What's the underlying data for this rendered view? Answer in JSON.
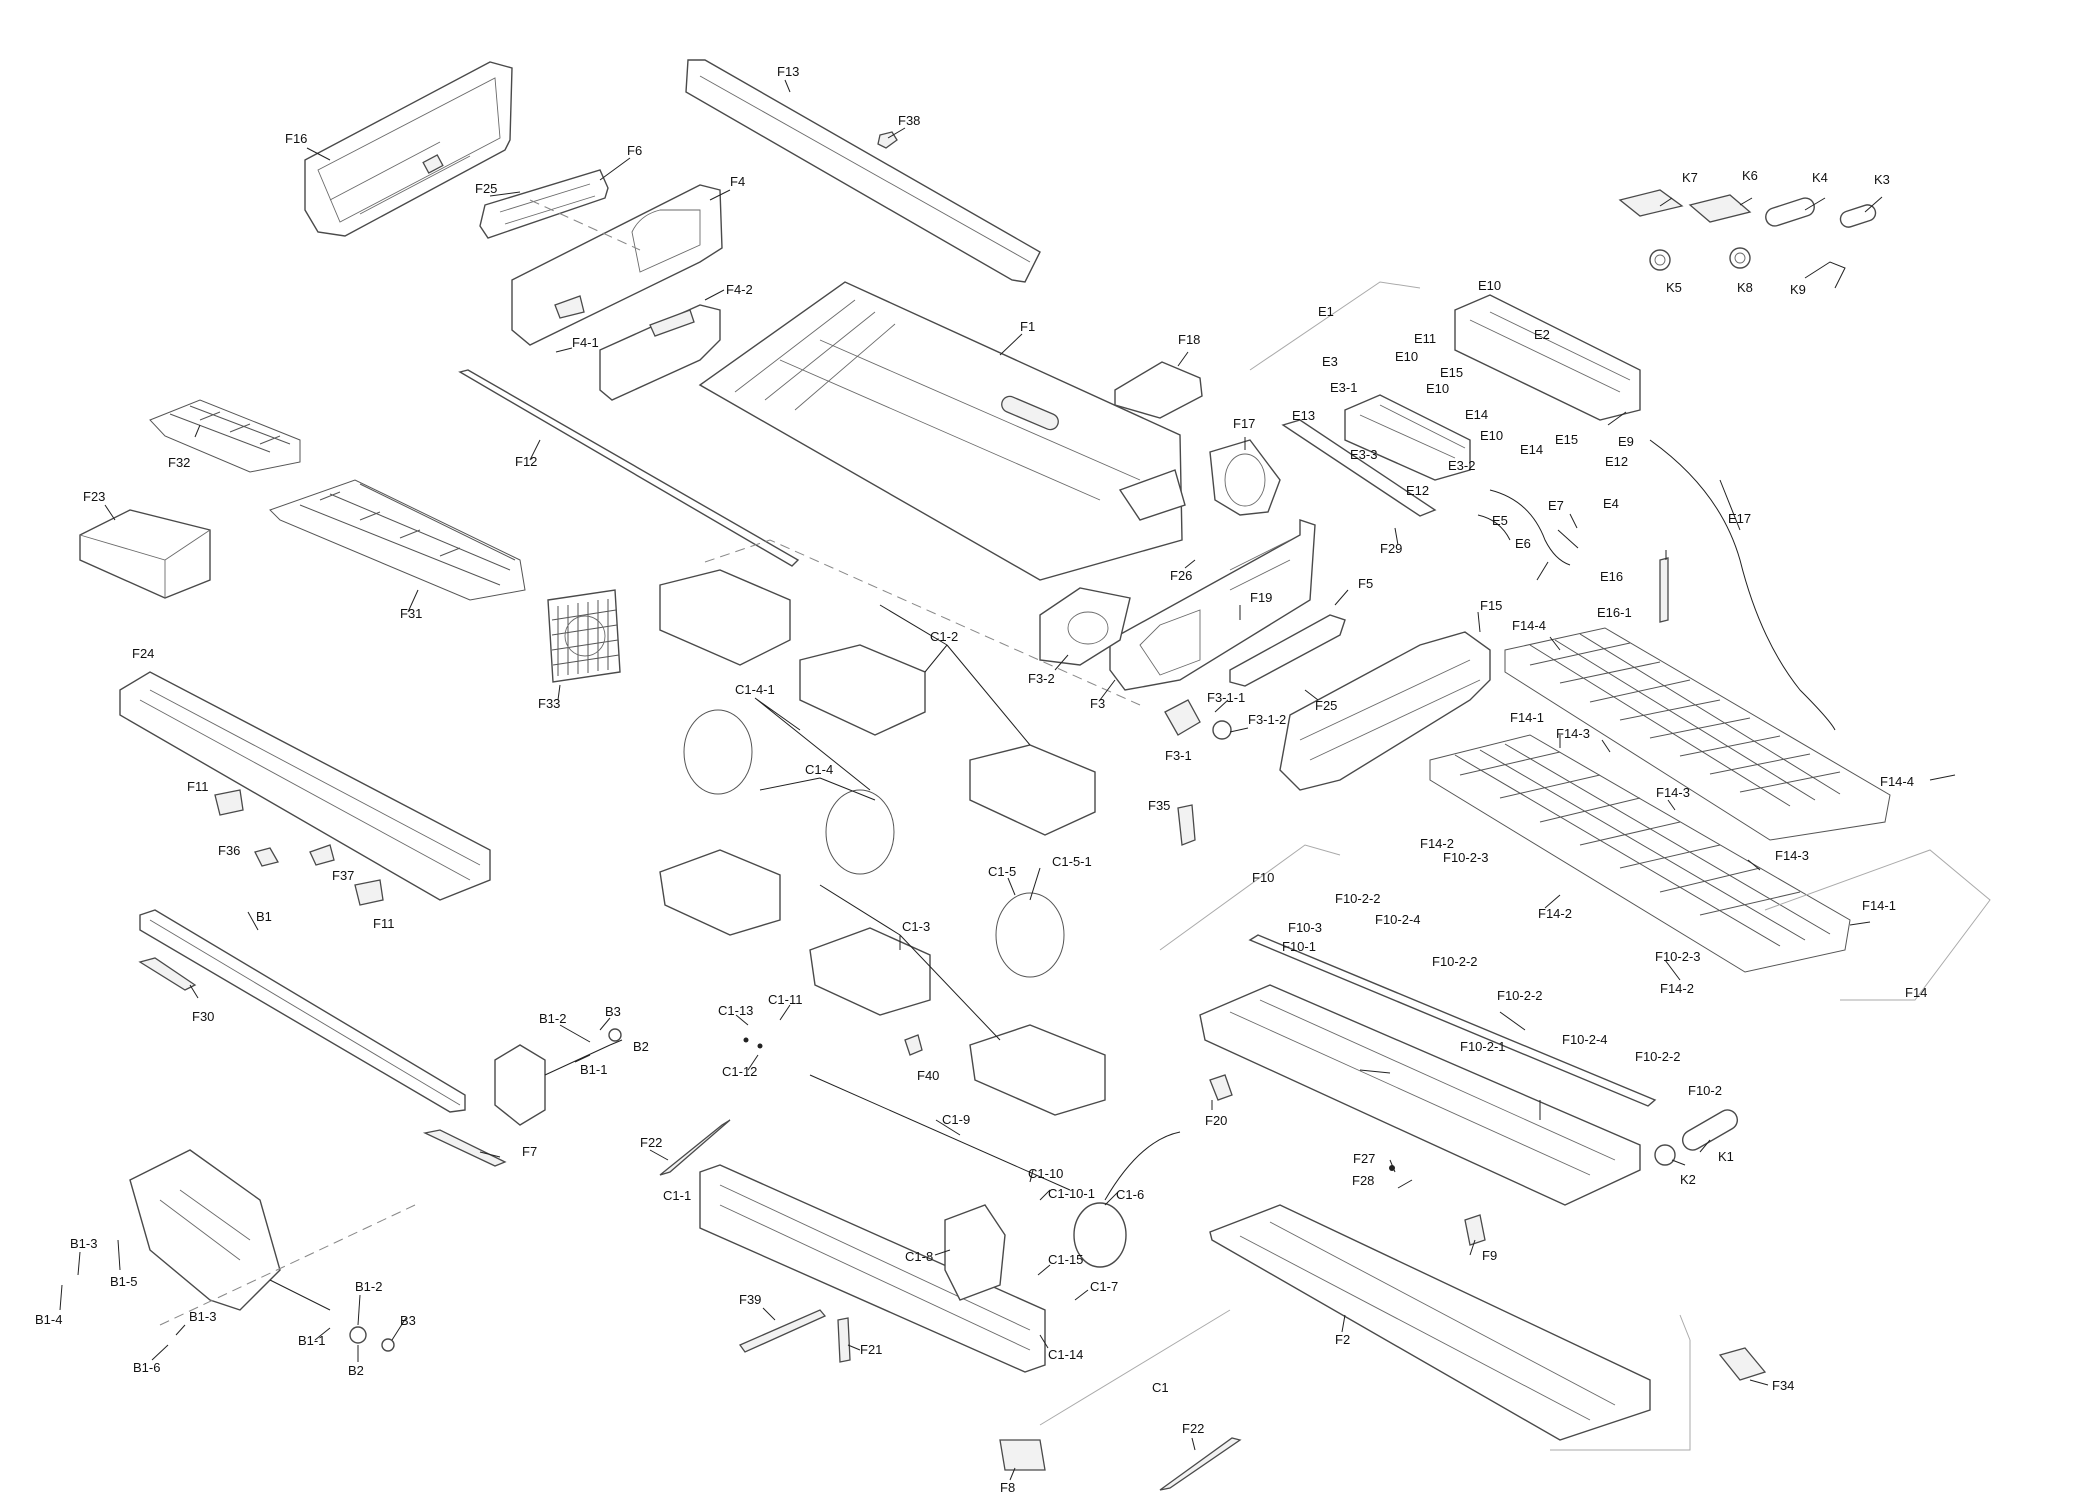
{
  "callouts": [
    {
      "id": "F13",
      "text": "F13"
    },
    {
      "id": "F16",
      "text": "F16"
    },
    {
      "id": "F38",
      "text": "F38"
    },
    {
      "id": "F6",
      "text": "F6"
    },
    {
      "id": "F25a",
      "text": "F25"
    },
    {
      "id": "F4",
      "text": "F4"
    },
    {
      "id": "F4-2",
      "text": "F4-2"
    },
    {
      "id": "F4-1",
      "text": "F4-1"
    },
    {
      "id": "F1",
      "text": "F1"
    },
    {
      "id": "F18",
      "text": "F18"
    },
    {
      "id": "F12",
      "text": "F12"
    },
    {
      "id": "F32",
      "text": "F32"
    },
    {
      "id": "F23",
      "text": "F23"
    },
    {
      "id": "F31",
      "text": "F31"
    },
    {
      "id": "F33",
      "text": "F33"
    },
    {
      "id": "F17",
      "text": "F17"
    },
    {
      "id": "F26",
      "text": "F26"
    },
    {
      "id": "F19",
      "text": "F19"
    },
    {
      "id": "F3-2",
      "text": "F3-2"
    },
    {
      "id": "F3",
      "text": "F3"
    },
    {
      "id": "F3-1-1",
      "text": "F3-1-1"
    },
    {
      "id": "F3-1-2",
      "text": "F3-1-2"
    },
    {
      "id": "F3-1",
      "text": "F3-1"
    },
    {
      "id": "F5",
      "text": "F5"
    },
    {
      "id": "F25b",
      "text": "F25"
    },
    {
      "id": "F15",
      "text": "F15"
    },
    {
      "id": "F29",
      "text": "F29"
    },
    {
      "id": "E1",
      "text": "E1"
    },
    {
      "id": "E10a",
      "text": "E10"
    },
    {
      "id": "E2",
      "text": "E2"
    },
    {
      "id": "E3",
      "text": "E3"
    },
    {
      "id": "E11",
      "text": "E11"
    },
    {
      "id": "E10b",
      "text": "E10"
    },
    {
      "id": "E15a",
      "text": "E15"
    },
    {
      "id": "E10c",
      "text": "E10"
    },
    {
      "id": "E3-1",
      "text": "E3-1"
    },
    {
      "id": "E13",
      "text": "E13"
    },
    {
      "id": "E14a",
      "text": "E14"
    },
    {
      "id": "E10d",
      "text": "E10"
    },
    {
      "id": "E15b",
      "text": "E15"
    },
    {
      "id": "E9",
      "text": "E9"
    },
    {
      "id": "E14b",
      "text": "E14"
    },
    {
      "id": "E3-3",
      "text": "E3-3"
    },
    {
      "id": "E3-2",
      "text": "E3-2"
    },
    {
      "id": "E12a",
      "text": "E12"
    },
    {
      "id": "E12b",
      "text": "E12"
    },
    {
      "id": "E7",
      "text": "E7"
    },
    {
      "id": "E4",
      "text": "E4"
    },
    {
      "id": "E5",
      "text": "E5"
    },
    {
      "id": "E6",
      "text": "E6"
    },
    {
      "id": "E17",
      "text": "E17"
    },
    {
      "id": "E16",
      "text": "E16"
    },
    {
      "id": "E16-1",
      "text": "E16-1"
    },
    {
      "id": "K7",
      "text": "K7"
    },
    {
      "id": "K6",
      "text": "K6"
    },
    {
      "id": "K4",
      "text": "K4"
    },
    {
      "id": "K3",
      "text": "K3"
    },
    {
      "id": "K5",
      "text": "K5"
    },
    {
      "id": "K8",
      "text": "K8"
    },
    {
      "id": "K9",
      "text": "K9"
    },
    {
      "id": "F24",
      "text": "F24"
    },
    {
      "id": "F11a",
      "text": "F11"
    },
    {
      "id": "F36",
      "text": "F36"
    },
    {
      "id": "F37",
      "text": "F37"
    },
    {
      "id": "F11b",
      "text": "F11"
    },
    {
      "id": "C1-2",
      "text": "C1-2"
    },
    {
      "id": "C1-4-1",
      "text": "C1-4-1"
    },
    {
      "id": "C1-4",
      "text": "C1-4"
    },
    {
      "id": "C1-5-1",
      "text": "C1-5-1"
    },
    {
      "id": "C1-5",
      "text": "C1-5"
    },
    {
      "id": "C1-3",
      "text": "C1-3"
    },
    {
      "id": "F35",
      "text": "F35"
    },
    {
      "id": "F14-4a",
      "text": "F14-4"
    },
    {
      "id": "F14-1a",
      "text": "F14-1"
    },
    {
      "id": "F14-3a",
      "text": "F14-3"
    },
    {
      "id": "F14-3b",
      "text": "F14-3"
    },
    {
      "id": "F14-4b",
      "text": "F14-4"
    },
    {
      "id": "F14-2a",
      "text": "F14-2"
    },
    {
      "id": "F10-2-3a",
      "text": "F10-2-3"
    },
    {
      "id": "F14-3c",
      "text": "F14-3"
    },
    {
      "id": "F10",
      "text": "F10"
    },
    {
      "id": "F10-2-2a",
      "text": "F10-2-2"
    },
    {
      "id": "F10-2-4a",
      "text": "F10-2-4"
    },
    {
      "id": "F14-2b",
      "text": "F14-2"
    },
    {
      "id": "F14-1b",
      "text": "F14-1"
    },
    {
      "id": "F10-3",
      "text": "F10-3"
    },
    {
      "id": "F10-1",
      "text": "F10-1"
    },
    {
      "id": "F10-2-2b",
      "text": "F10-2-2"
    },
    {
      "id": "F10-2-3b",
      "text": "F10-2-3"
    },
    {
      "id": "F14-2c",
      "text": "F14-2"
    },
    {
      "id": "F14",
      "text": "F14"
    },
    {
      "id": "F10-2-2c",
      "text": "F10-2-2"
    },
    {
      "id": "F10-2-4b",
      "text": "F10-2-4"
    },
    {
      "id": "F10-2-1",
      "text": "F10-2-1"
    },
    {
      "id": "F10-2-2d",
      "text": "F10-2-2"
    },
    {
      "id": "F10-2",
      "text": "F10-2"
    },
    {
      "id": "B1",
      "text": "B1"
    },
    {
      "id": "F30",
      "text": "F30"
    },
    {
      "id": "B1-2a",
      "text": "B1-2"
    },
    {
      "id": "B3a",
      "text": "B3"
    },
    {
      "id": "B2a",
      "text": "B2"
    },
    {
      "id": "B1-1a",
      "text": "B1-1"
    },
    {
      "id": "C1-13",
      "text": "C1-13"
    },
    {
      "id": "C1-11",
      "text": "C1-11"
    },
    {
      "id": "C1-12",
      "text": "C1-12"
    },
    {
      "id": "F40",
      "text": "F40"
    },
    {
      "id": "F20",
      "text": "F20"
    },
    {
      "id": "F7",
      "text": "F7"
    },
    {
      "id": "C1-9",
      "text": "C1-9"
    },
    {
      "id": "F22a",
      "text": "F22"
    },
    {
      "id": "C1-1",
      "text": "C1-1"
    },
    {
      "id": "C1-10",
      "text": "C1-10"
    },
    {
      "id": "C1-10-1",
      "text": "C1-10-1"
    },
    {
      "id": "C1-6",
      "text": "C1-6"
    },
    {
      "id": "F27",
      "text": "F27"
    },
    {
      "id": "F28",
      "text": "F28"
    },
    {
      "id": "K1",
      "text": "K1"
    },
    {
      "id": "K2",
      "text": "K2"
    },
    {
      "id": "C1-8",
      "text": "C1-8"
    },
    {
      "id": "C1-15",
      "text": "C1-15"
    },
    {
      "id": "C1-7",
      "text": "C1-7"
    },
    {
      "id": "F9",
      "text": "F9"
    },
    {
      "id": "B1-3a",
      "text": "B1-3"
    },
    {
      "id": "B1-5",
      "text": "B1-5"
    },
    {
      "id": "B1-4",
      "text": "B1-4"
    },
    {
      "id": "B1-2b",
      "text": "B1-2"
    },
    {
      "id": "B1-3b",
      "text": "B1-3"
    },
    {
      "id": "B3b",
      "text": "B3"
    },
    {
      "id": "B1-1b",
      "text": "B1-1"
    },
    {
      "id": "B1-6",
      "text": "B1-6"
    },
    {
      "id": "B2b",
      "text": "B2"
    },
    {
      "id": "F39",
      "text": "F39"
    },
    {
      "id": "F21",
      "text": "F21"
    },
    {
      "id": "C1-14",
      "text": "C1-14"
    },
    {
      "id": "F2",
      "text": "F2"
    },
    {
      "id": "C1",
      "text": "C1"
    },
    {
      "id": "F34",
      "text": "F34"
    },
    {
      "id": "F22b",
      "text": "F22"
    },
    {
      "id": "F8",
      "text": "F8"
    }
  ]
}
